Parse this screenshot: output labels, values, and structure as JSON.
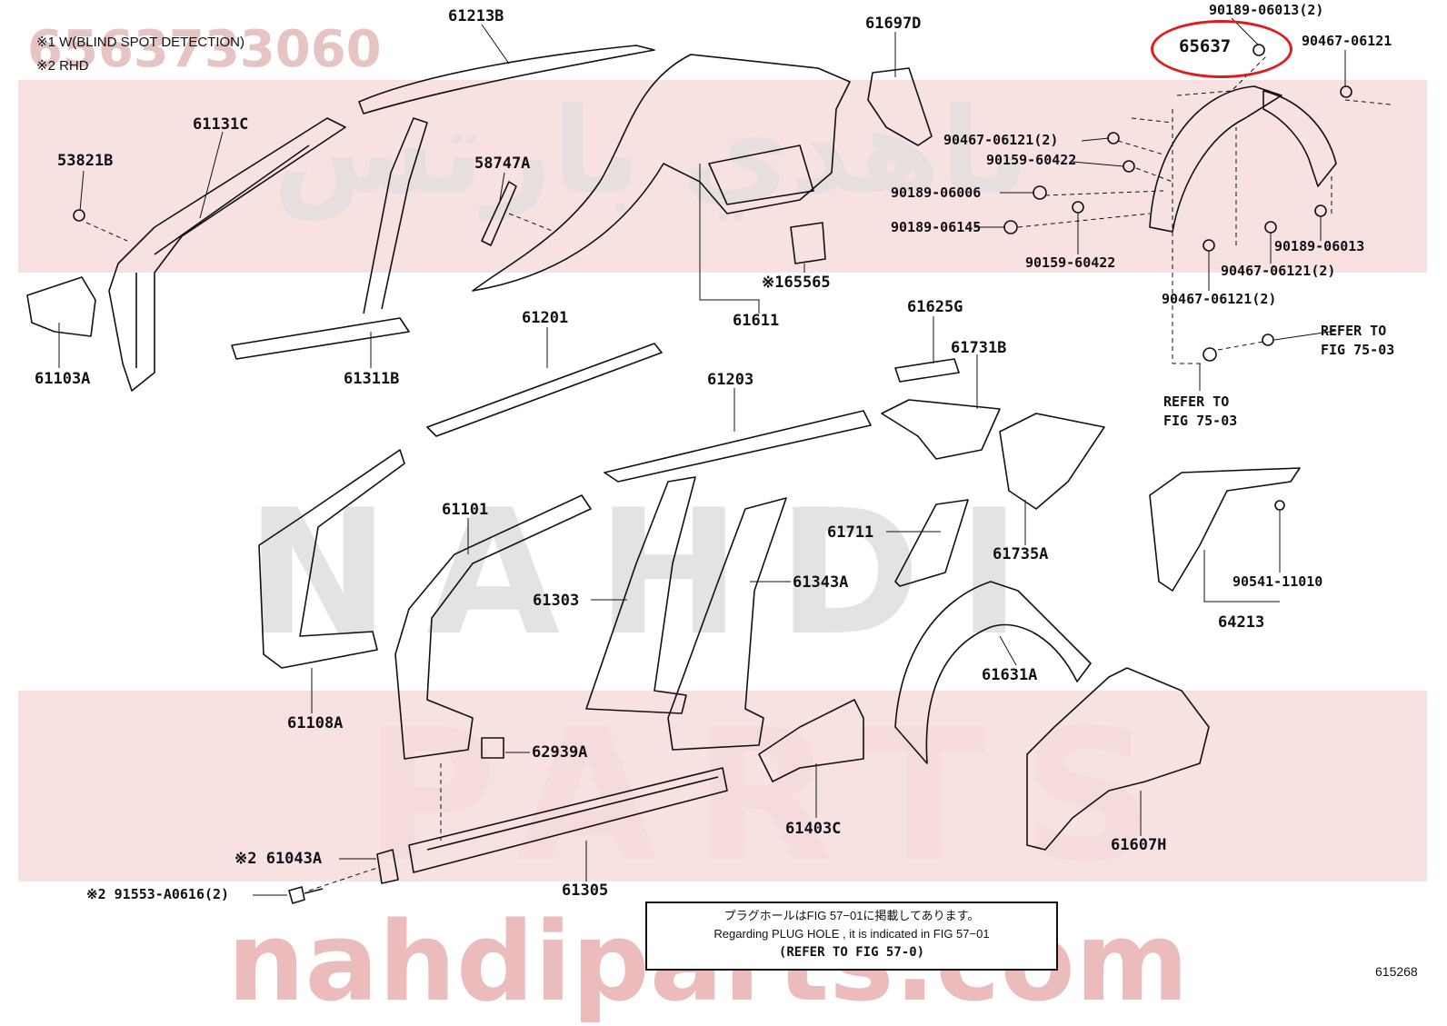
{
  "watermark": {
    "part_number": "6563733060",
    "arabic": "ناهدي بارتس",
    "brand_1": "NAHDI",
    "brand_2": "PARTS",
    "site": "nahdiparts.com"
  },
  "notes": {
    "note1": "※1 W(BLIND SPOT DETECTION)",
    "note2": "※2 RHD"
  },
  "labels": {
    "p61213B": "61213B",
    "p61697D": "61697D",
    "p90189_06013_2": "90189-06013(2)",
    "p65637": "65637",
    "p90467_06121_a": "90467-06121",
    "p61131C": "61131C",
    "p53821B": "53821B",
    "p58747A": "58747A",
    "p90467_06121_2a": "90467-06121(2)",
    "p90159_60422_a": "90159-60422",
    "p90189_06006": "90189-06006",
    "p90189_06145": "90189-06145",
    "p90159_60422_b": "90159-60422",
    "p90189_06013": "90189-06013",
    "p90467_06121_2b": "90467-06121(2)",
    "p90467_06121_2c": "90467-06121(2)",
    "p165565": "※165565",
    "p61611": "61611",
    "p61103A": "61103A",
    "p61311B": "61311B",
    "p61201": "61201",
    "p61625G": "61625G",
    "p61731B": "61731B",
    "refer1": "REFER TO",
    "refer1b": "FIG 75-03",
    "refer2": "REFER TO",
    "refer2b": "FIG 75-03",
    "p61203": "61203",
    "p61101": "61101",
    "p61711": "61711",
    "p61735A": "61735A",
    "p61303": "61303",
    "p61343A": "61343A",
    "p90541_11010": "90541-11010",
    "p64213": "64213",
    "p61631A": "61631A",
    "p61108A": "61108A",
    "p62939A": "62939A",
    "p61403C": "61403C",
    "p61607H": "61607H",
    "p61043A": "※2 61043A",
    "p91553": "※2 91553-A0616(2)",
    "p61305": "61305"
  },
  "footnote": {
    "jp": "プラグホールはFIG 57−01に掲載してあります。",
    "en": "Regarding PLUG HOLE , it is indicated in FIG 57−01",
    "refer": "(REFER TO FIG 57-0)"
  },
  "figure_id": "615268",
  "colors": {
    "highlight": "#e01b1b",
    "watermark": "#f3c9c9",
    "line": "#111111"
  }
}
